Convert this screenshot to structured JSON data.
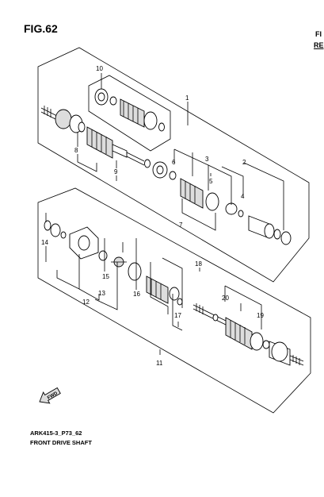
{
  "figure": {
    "title": "FIG.62",
    "clipped_label_1": "FI",
    "clipped_label_2": "RE",
    "reference_code": "ARK415-3_P73_62",
    "caption": "FRONT DRIVE SHAFT",
    "fwd_label": "FWD"
  },
  "callouts": {
    "c1": "1",
    "c2": "2",
    "c3": "3",
    "c4": "4",
    "c5": "5",
    "c6": "6",
    "c7": "7",
    "c8": "8",
    "c9": "9",
    "c10": "10",
    "c11": "11",
    "c12": "12",
    "c13": "13",
    "c14": "14",
    "c15": "15",
    "c16": "16",
    "c17": "17",
    "c18": "18",
    "c19": "19",
    "c20": "20"
  }
}
